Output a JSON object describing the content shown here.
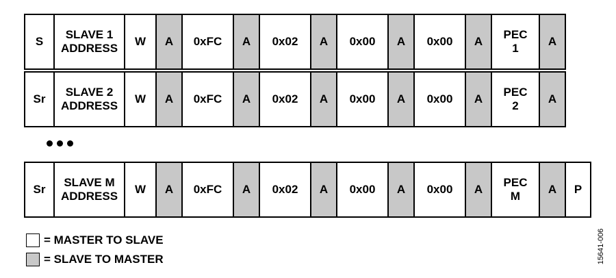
{
  "colors": {
    "master_to_slave": "#ffffff",
    "slave_to_master": "#c8c8c8",
    "border": "#000000"
  },
  "rows": [
    {
      "cells": [
        {
          "text": "S",
          "type": "start",
          "dir": "master"
        },
        {
          "text": "SLAVE 1\nADDRESS",
          "type": "addr",
          "dir": "master"
        },
        {
          "text": "W",
          "type": "bit",
          "dir": "master"
        },
        {
          "text": "A",
          "type": "ack",
          "dir": "slave"
        },
        {
          "text": "0xFC",
          "type": "byte",
          "dir": "master"
        },
        {
          "text": "A",
          "type": "ack",
          "dir": "slave"
        },
        {
          "text": "0x02",
          "type": "byte",
          "dir": "master"
        },
        {
          "text": "A",
          "type": "ack",
          "dir": "slave"
        },
        {
          "text": "0x00",
          "type": "byte",
          "dir": "master"
        },
        {
          "text": "A",
          "type": "ack",
          "dir": "slave"
        },
        {
          "text": "0x00",
          "type": "byte",
          "dir": "master"
        },
        {
          "text": "A",
          "type": "ack",
          "dir": "slave"
        },
        {
          "text": "PEC\n1",
          "type": "pec",
          "dir": "master"
        },
        {
          "text": "A",
          "type": "ack",
          "dir": "slave"
        }
      ]
    },
    {
      "cells": [
        {
          "text": "Sr",
          "type": "start",
          "dir": "master"
        },
        {
          "text": "SLAVE 2\nADDRESS",
          "type": "addr",
          "dir": "master"
        },
        {
          "text": "W",
          "type": "bit",
          "dir": "master"
        },
        {
          "text": "A",
          "type": "ack",
          "dir": "slave"
        },
        {
          "text": "0xFC",
          "type": "byte",
          "dir": "master"
        },
        {
          "text": "A",
          "type": "ack",
          "dir": "slave"
        },
        {
          "text": "0x02",
          "type": "byte",
          "dir": "master"
        },
        {
          "text": "A",
          "type": "ack",
          "dir": "slave"
        },
        {
          "text": "0x00",
          "type": "byte",
          "dir": "master"
        },
        {
          "text": "A",
          "type": "ack",
          "dir": "slave"
        },
        {
          "text": "0x00",
          "type": "byte",
          "dir": "master"
        },
        {
          "text": "A",
          "type": "ack",
          "dir": "slave"
        },
        {
          "text": "PEC\n2",
          "type": "pec",
          "dir": "master"
        },
        {
          "text": "A",
          "type": "ack",
          "dir": "slave"
        }
      ]
    },
    {
      "cells": [
        {
          "text": "Sr",
          "type": "start",
          "dir": "master"
        },
        {
          "text": "SLAVE M\nADDRESS",
          "type": "addr",
          "dir": "master"
        },
        {
          "text": "W",
          "type": "bit",
          "dir": "master"
        },
        {
          "text": "A",
          "type": "ack",
          "dir": "slave"
        },
        {
          "text": "0xFC",
          "type": "byte",
          "dir": "master"
        },
        {
          "text": "A",
          "type": "ack",
          "dir": "slave"
        },
        {
          "text": "0x02",
          "type": "byte",
          "dir": "master"
        },
        {
          "text": "A",
          "type": "ack",
          "dir": "slave"
        },
        {
          "text": "0x00",
          "type": "byte",
          "dir": "master"
        },
        {
          "text": "A",
          "type": "ack",
          "dir": "slave"
        },
        {
          "text": "0x00",
          "type": "byte",
          "dir": "master"
        },
        {
          "text": "A",
          "type": "ack",
          "dir": "slave"
        },
        {
          "text": "PEC\nM",
          "type": "pec",
          "dir": "master"
        },
        {
          "text": "A",
          "type": "ack",
          "dir": "slave"
        },
        {
          "text": "P",
          "type": "stop",
          "dir": "master"
        }
      ]
    }
  ],
  "legend": {
    "master_to_slave": "= MASTER TO SLAVE",
    "slave_to_master": "= SLAVE TO MASTER"
  },
  "figure_id": "15641-006"
}
